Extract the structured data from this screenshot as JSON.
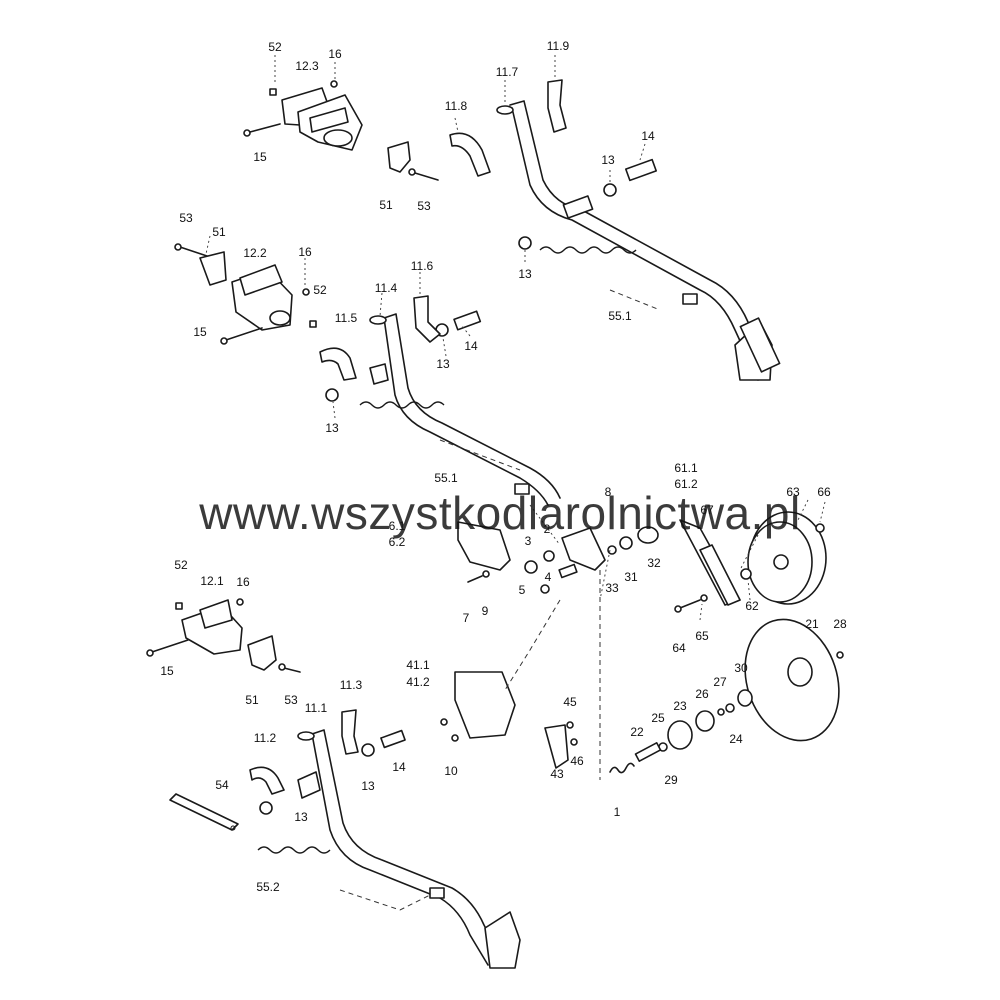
{
  "watermark": "www.wszystkodlarolnictwa.pl",
  "labels": {
    "p52_a": "52",
    "p12_3": "12.3",
    "p16_a": "16",
    "p15_a": "15",
    "p51_a": "51",
    "p53_a": "53",
    "p11_9": "11.9",
    "p11_7": "11.7",
    "p11_8": "11.8",
    "p14_a": "14",
    "p13_a": "13",
    "p13_b": "13",
    "p55_1a": "55.1",
    "p53_b": "53",
    "p51_b": "51",
    "p12_2": "12.2",
    "p16_b": "16",
    "p52_b": "52",
    "p15_b": "15",
    "p11_6": "11.6",
    "p11_4": "11.4",
    "p11_5": "11.5",
    "p13_c": "13",
    "p14_b": "14",
    "p13_d": "13",
    "p55_1b": "55.1",
    "p61_1": "61.1",
    "p61_2": "61.2",
    "p63": "63",
    "p66": "66",
    "p6_1": "6.1",
    "p6_2": "6.2",
    "p3": "3",
    "p2": "2",
    "p8": "8",
    "p67": "67",
    "p4": "4",
    "p5": "5",
    "p7": "7",
    "p9": "9",
    "p33": "33",
    "p31": "31",
    "p32": "32",
    "p62": "62",
    "p64": "64",
    "p65": "65",
    "p52_c": "52",
    "p12_1": "12.1",
    "p16_c": "16",
    "p15_c": "15",
    "p51_c": "51",
    "p53_c": "53",
    "p21": "21",
    "p28": "28",
    "p41_1": "41.1",
    "p41_2": "41.2",
    "p30": "30",
    "p45": "45",
    "p23": "23",
    "p26": "26",
    "p27": "27",
    "p25": "25",
    "p22": "22",
    "p24": "24",
    "p10": "10",
    "p43": "43",
    "p46": "46",
    "p29": "29",
    "p1": "1",
    "p11_1": "11.1",
    "p11_3": "11.3",
    "p11_2": "11.2",
    "p14_c": "14",
    "p13_e": "13",
    "p54": "54",
    "p13_f": "13",
    "p55_2": "55.2"
  }
}
